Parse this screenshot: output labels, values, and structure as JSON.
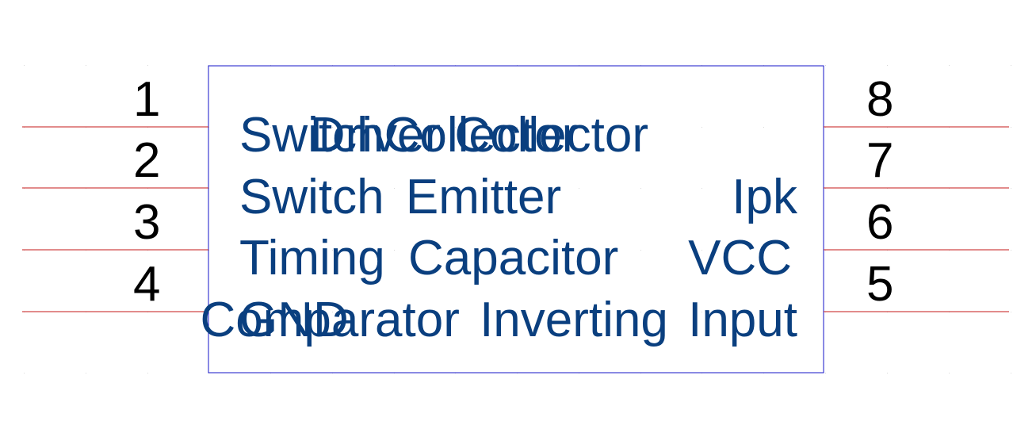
{
  "colors": {
    "pin_line": "#c41a1a",
    "body_outline": "#1414c8",
    "pin_name": "#0a3f7f",
    "pin_number": "#000000",
    "grid_dot": "#d9d9d9"
  },
  "pins_left": [
    {
      "number": "1",
      "name": "SwitchCollector"
    },
    {
      "number": "2",
      "name": "Switch Emitter"
    },
    {
      "number": "3",
      "name": "Timing Capacitor"
    },
    {
      "number": "4",
      "name": "GND"
    }
  ],
  "pins_right": [
    {
      "number": "8",
      "name": "Driver Collector"
    },
    {
      "number": "7",
      "name": "Ipk"
    },
    {
      "number": "6",
      "name": "VCC"
    },
    {
      "number": "5",
      "name": "Comparator Inverting Input"
    }
  ]
}
